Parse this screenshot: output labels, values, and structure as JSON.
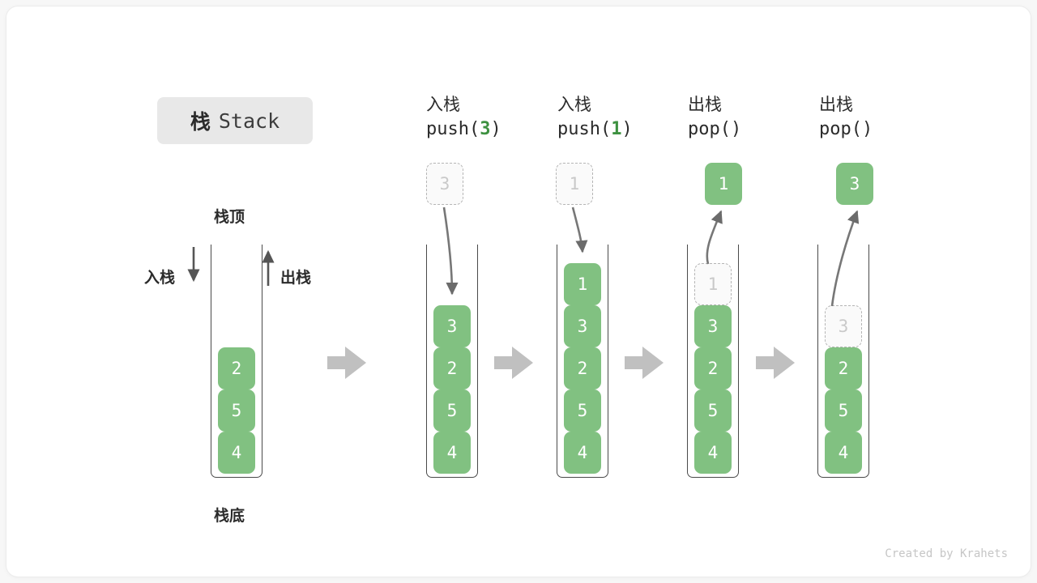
{
  "title": {
    "cn": "栈",
    "en": "Stack"
  },
  "labels": {
    "top": "栈顶",
    "bottom": "栈底",
    "push": "入栈",
    "pop": "出栈"
  },
  "footer": "Created by Krahets",
  "colors": {
    "cell_fill": "#81c181",
    "cell_text": "#ffffff",
    "ghost_border": "#b5b5b5",
    "ghost_text": "#c9c9c9",
    "accent_green": "#3d9140",
    "arrow_gray": "#c0c0c0",
    "stroke_dark": "#4a4a4a",
    "badge_bg": "#e8e8e8",
    "canvas_bg": "#ffffff",
    "page_bg": "#f7f7f7"
  },
  "columns": [
    {
      "id": "initial",
      "header_line1": "",
      "header_line2": "",
      "op": "",
      "op_value": "",
      "float": null,
      "cells": [
        {
          "value": "2",
          "state": "filled"
        },
        {
          "value": "5",
          "state": "filled"
        },
        {
          "value": "4",
          "state": "filled"
        }
      ]
    },
    {
      "id": "push-3",
      "header_line1": "入栈",
      "header_line2_prefix": "push(",
      "header_line2_value": "3",
      "header_line2_suffix": ")",
      "float": {
        "value": "3",
        "state": "ghost"
      },
      "cells": [
        {
          "value": "3",
          "state": "filled"
        },
        {
          "value": "2",
          "state": "filled"
        },
        {
          "value": "5",
          "state": "filled"
        },
        {
          "value": "4",
          "state": "filled"
        }
      ]
    },
    {
      "id": "push-1",
      "header_line1": "入栈",
      "header_line2_prefix": "push(",
      "header_line2_value": "1",
      "header_line2_suffix": ")",
      "float": {
        "value": "1",
        "state": "ghost"
      },
      "cells": [
        {
          "value": "1",
          "state": "filled"
        },
        {
          "value": "3",
          "state": "filled"
        },
        {
          "value": "2",
          "state": "filled"
        },
        {
          "value": "5",
          "state": "filled"
        },
        {
          "value": "4",
          "state": "filled"
        }
      ]
    },
    {
      "id": "pop-1",
      "header_line1": "出栈",
      "header_line2_prefix": "pop(",
      "header_line2_value": "",
      "header_line2_suffix": ")",
      "float": {
        "value": "1",
        "state": "filled"
      },
      "cells": [
        {
          "value": "1",
          "state": "ghost"
        },
        {
          "value": "3",
          "state": "filled"
        },
        {
          "value": "2",
          "state": "filled"
        },
        {
          "value": "5",
          "state": "filled"
        },
        {
          "value": "4",
          "state": "filled"
        }
      ]
    },
    {
      "id": "pop-3",
      "header_line1": "出栈",
      "header_line2_prefix": "pop(",
      "header_line2_value": "",
      "header_line2_suffix": ")",
      "float": {
        "value": "3",
        "state": "filled"
      },
      "cells": [
        {
          "value": "3",
          "state": "ghost"
        },
        {
          "value": "2",
          "state": "filled"
        },
        {
          "value": "5",
          "state": "filled"
        },
        {
          "value": "4",
          "state": "filled"
        }
      ]
    }
  ]
}
